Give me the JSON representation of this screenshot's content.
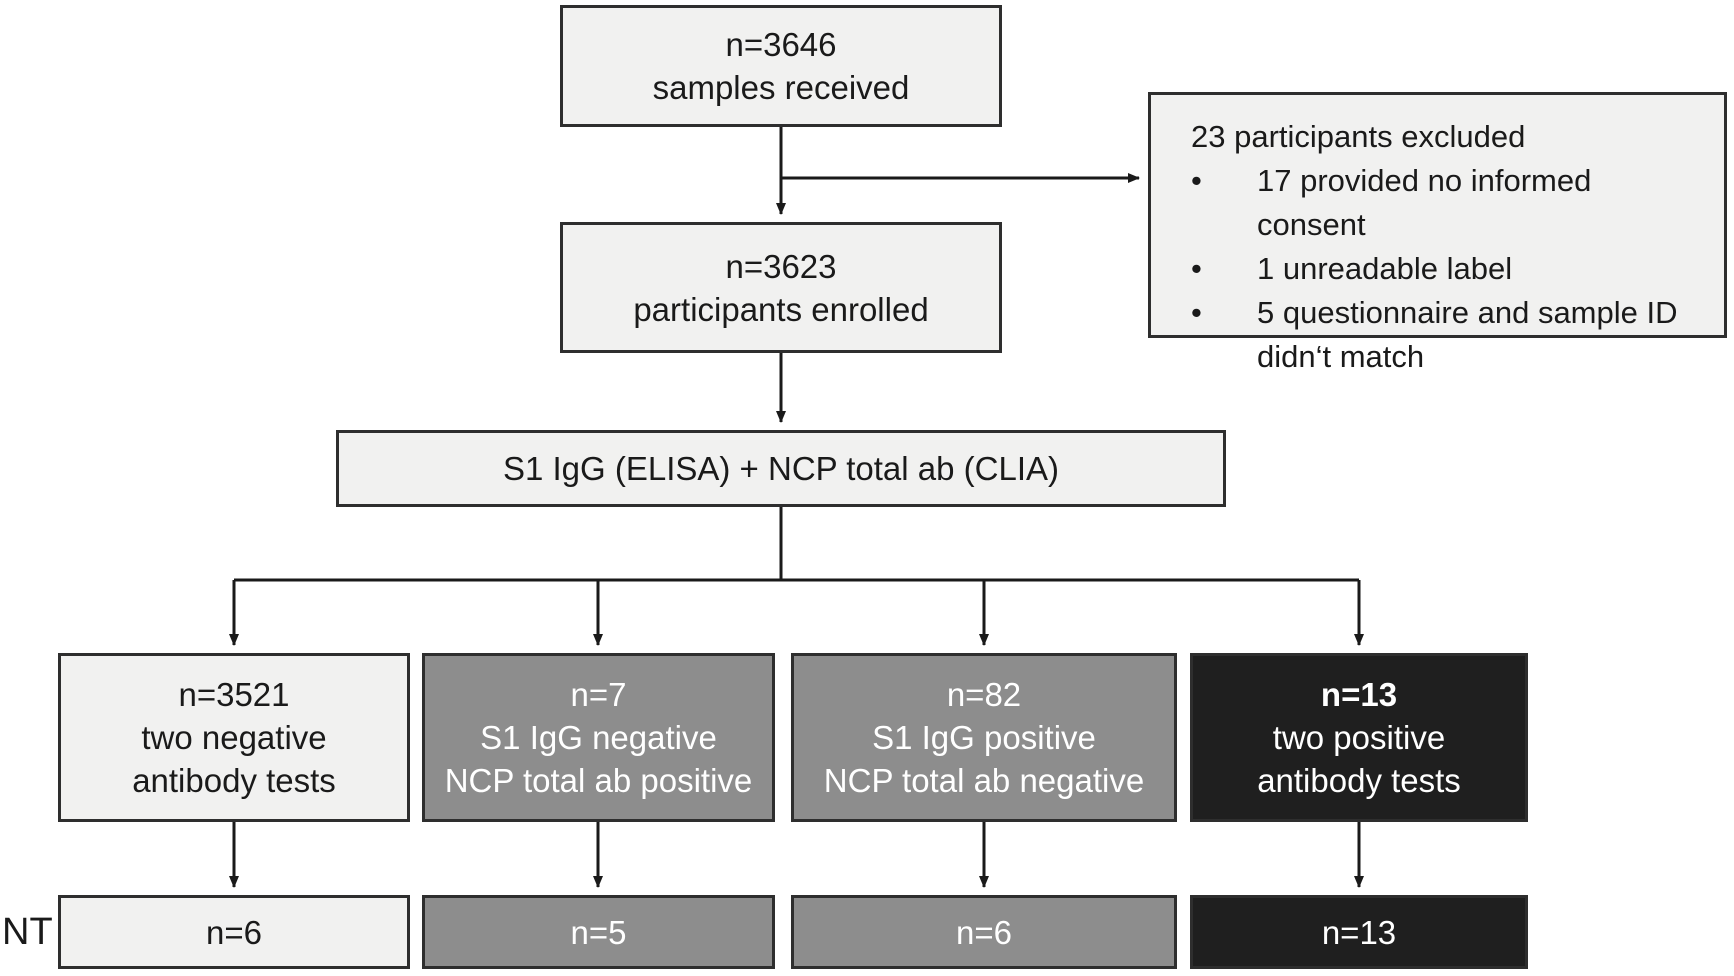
{
  "colors": {
    "bg": "#ffffff",
    "box_light": "#f1f1f0",
    "box_gray": "#8d8d8d",
    "box_dark": "#1f1f1f",
    "border": "#2e2e2e",
    "line": "#1a1a1a",
    "text_dark": "#1a1a1a",
    "text_light": "#ffffff"
  },
  "bullet_char": "•",
  "flow": {
    "samples": {
      "line1": "n=3646",
      "line2": "samples received"
    },
    "excluded": {
      "title": "23 participants excluded",
      "bullets": [
        "17 provided no informed consent",
        "1 unreadable label",
        "5 questionnaire and sample ID didn‘t match"
      ]
    },
    "enrolled": {
      "line1": "n=3623",
      "line2": "participants enrolled"
    },
    "assay": {
      "label": "S1 IgG (ELISA) + NCP total ab (CLIA)"
    },
    "outcomes": [
      {
        "n": "n=3521",
        "line2": "two negative",
        "line3": "antibody tests",
        "style": "light",
        "nt": "n=6"
      },
      {
        "n": "n=7",
        "line2": "S1 IgG negative",
        "line3": "NCP total ab positive",
        "style": "gray",
        "nt": "n=5"
      },
      {
        "n": "n=82",
        "line2": "S1 IgG positive",
        "line3": "NCP total ab negative",
        "style": "gray",
        "nt": "n=6"
      },
      {
        "n": "n=13",
        "line2": "two positive",
        "line3": "antibody tests",
        "style": "dark",
        "nt": "n=13"
      }
    ],
    "nt_row_label": "NT"
  }
}
